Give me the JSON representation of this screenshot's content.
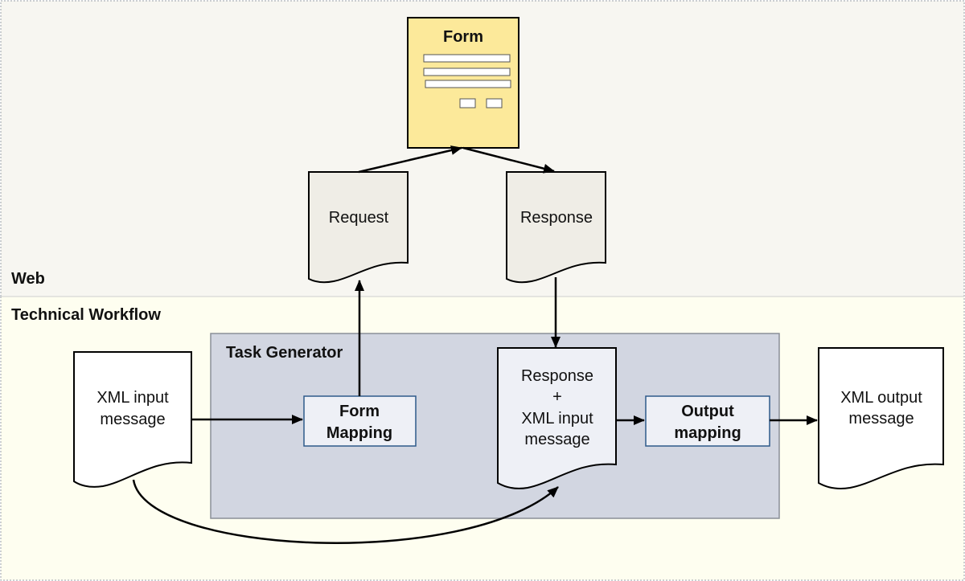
{
  "lanes": {
    "web": {
      "label": "Web",
      "color": "#f7f6f1"
    },
    "technical": {
      "label": "Technical Workflow",
      "color": "#fefef0"
    }
  },
  "form": {
    "title": "Form",
    "fill": "#fce99a"
  },
  "documents": {
    "request": {
      "label": "Request"
    },
    "response": {
      "label": "Response"
    },
    "xml_input": {
      "line1": "XML input",
      "line2": "message"
    },
    "combined": {
      "line1": "Response",
      "line2": "+",
      "line3": "XML input",
      "line4": "message"
    },
    "xml_output": {
      "line1": "XML output",
      "line2": "message"
    }
  },
  "task_generator": {
    "title": "Task Generator",
    "fill": "#d2d6e1"
  },
  "boxes": {
    "form_mapping": {
      "line1": "Form",
      "line2": "Mapping"
    },
    "output_mapping": {
      "line1": "Output",
      "line2": "mapping"
    }
  },
  "colors": {
    "doc_web": "#efede6",
    "doc_plain": "#ffffff",
    "doc_combined": "#eef0f6",
    "box_border": "#2e5a8a",
    "box_fill": "#eef0f6"
  }
}
